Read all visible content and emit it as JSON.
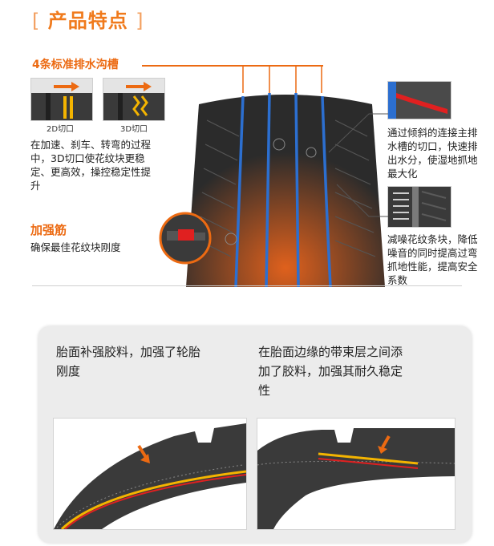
{
  "header": {
    "bracket_left": "[",
    "title": "产品特点",
    "bracket_right": "]"
  },
  "grooves": {
    "label": "4条标准排水沟槽",
    "cut_2d": "2D切口",
    "cut_3d": "3D切口",
    "description": [
      "在加速、刹车、转弯的过程",
      "中，3D切口使花纹块更稳",
      "定、更高效，操控稳定性提",
      "升"
    ]
  },
  "rib": {
    "label": "加强筋",
    "description": "确保最佳花纹块刚度"
  },
  "right_top": {
    "description": [
      "通过倾斜的连接主排",
      "水槽的切口，快速排",
      "出水分，使湿地抓地",
      "最大化"
    ]
  },
  "right_bottom": {
    "description": [
      "减噪花纹条块，降低",
      "噪音的同时提高过弯",
      "抓地性能，提高安全",
      "系数"
    ]
  },
  "bottom_left": {
    "text": [
      "胎面补强胶料，加强了轮胎",
      "刚度"
    ]
  },
  "bottom_right": {
    "text": [
      "在胎面边缘的带束层之间添",
      "加了胶料，加强其耐久稳定",
      "性"
    ]
  },
  "colors": {
    "accent": "#ec6a12",
    "groove_blue": "#2c6fd0",
    "tire_dark": "#2d2d2d"
  }
}
